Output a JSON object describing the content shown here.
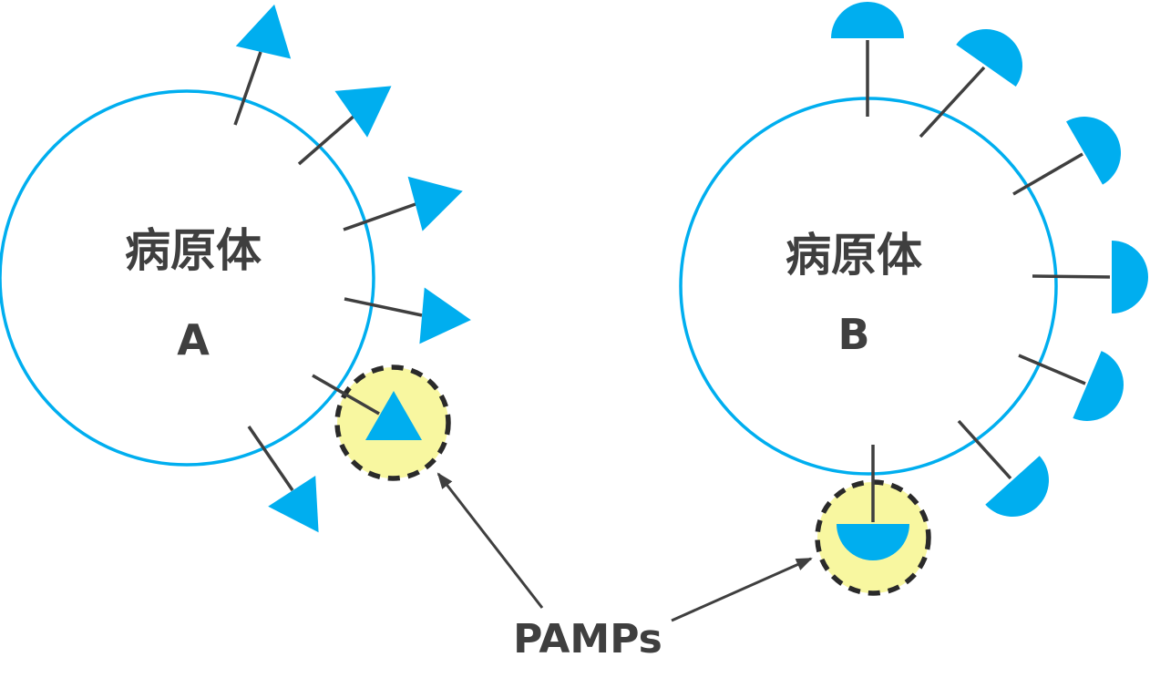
{
  "diagram": {
    "pathogen_a": {
      "name": "病原体",
      "letter": "A",
      "pamp_shape": "triangle",
      "pamp_count": 6
    },
    "pathogen_b": {
      "name": "病原体",
      "letter": "B",
      "pamp_shape": "semicircle",
      "pamp_count": 7
    },
    "caption": "PAMPs"
  },
  "colors": {
    "pamp_blue": "#00AEEF",
    "membrane_blue": "#00AEEF",
    "highlight_yellow": "#F8F7A0",
    "dashed_ring": "#2A2A2A",
    "line_dark": "#3F3F3F",
    "text_dark": "#3F3F3F",
    "background": "#FFFFFF"
  }
}
